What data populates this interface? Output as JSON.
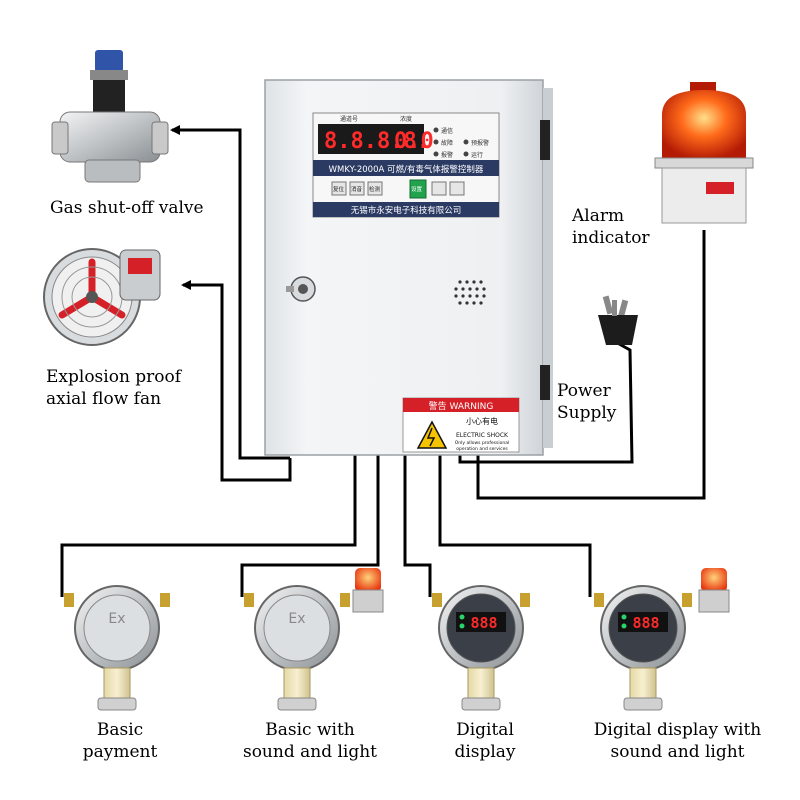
{
  "labels": {
    "valve": "Gas shut-off valve",
    "fan_line1": "Explosion proof",
    "fan_line2": "axial flow fan",
    "alarm_line1": "Alarm",
    "alarm_line2": "indicator",
    "power_line1": "Power",
    "power_line2": "Supply",
    "det1_line1": "Basic",
    "det1_line2": "payment",
    "det2_line1": "Basic with",
    "det2_line2": "sound and light",
    "det3_line1": "Digital",
    "det3_line2": "display",
    "det4_line1": "Digital display with",
    "det4_line2": "sound and light"
  },
  "controller": {
    "model": "WMKY-2000A 可燃/有毒气体报警控制器",
    "company": "无锡市永安电子科技有限公司",
    "display_digits": "8.8.8.8.",
    "display_small": "0.0",
    "header_left": "通道号",
    "header_right": "浓度",
    "led_labels": [
      "通信",
      "故障",
      "报警",
      "预报警",
      "运行"
    ],
    "buttons": [
      "复位",
      "消音",
      "检测",
      "设置"
    ],
    "warning_title": "警告 WARNING",
    "warning_cn": "小心有电",
    "warning_en1": "ELECTRIC SHOCK",
    "warning_en2": "Only allows professional",
    "warning_en3": "operation and services"
  },
  "detectors": {
    "ex_mark": "Ex",
    "digital_readout": "888"
  },
  "colors": {
    "wire": "#000000",
    "housing": "#eceff1",
    "alarm_red": "#e8360f",
    "led_green": "#2bd46a",
    "led_red": "#ff2a2a",
    "warning_bg": "#d62027"
  }
}
